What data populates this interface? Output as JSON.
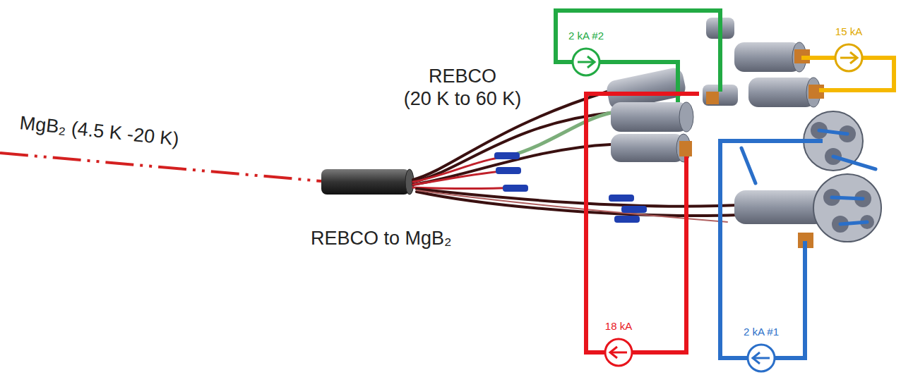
{
  "diagram": {
    "nodes": [
      {
        "text": [
          "2 kA #2"
        ]
      },
      {
        "text": [
          "15 kA"
        ]
      },
      {
        "text": [
          "18 kA"
        ]
      },
      {
        "text": [
          "2 kA #1"
        ]
      }
    ],
    "labels": [
      "MgB₂ (4.5 K -20 K)",
      "REBCO (20 K to 60 K)",
      "REBCO to MgB₂"
    ]
  }
}
